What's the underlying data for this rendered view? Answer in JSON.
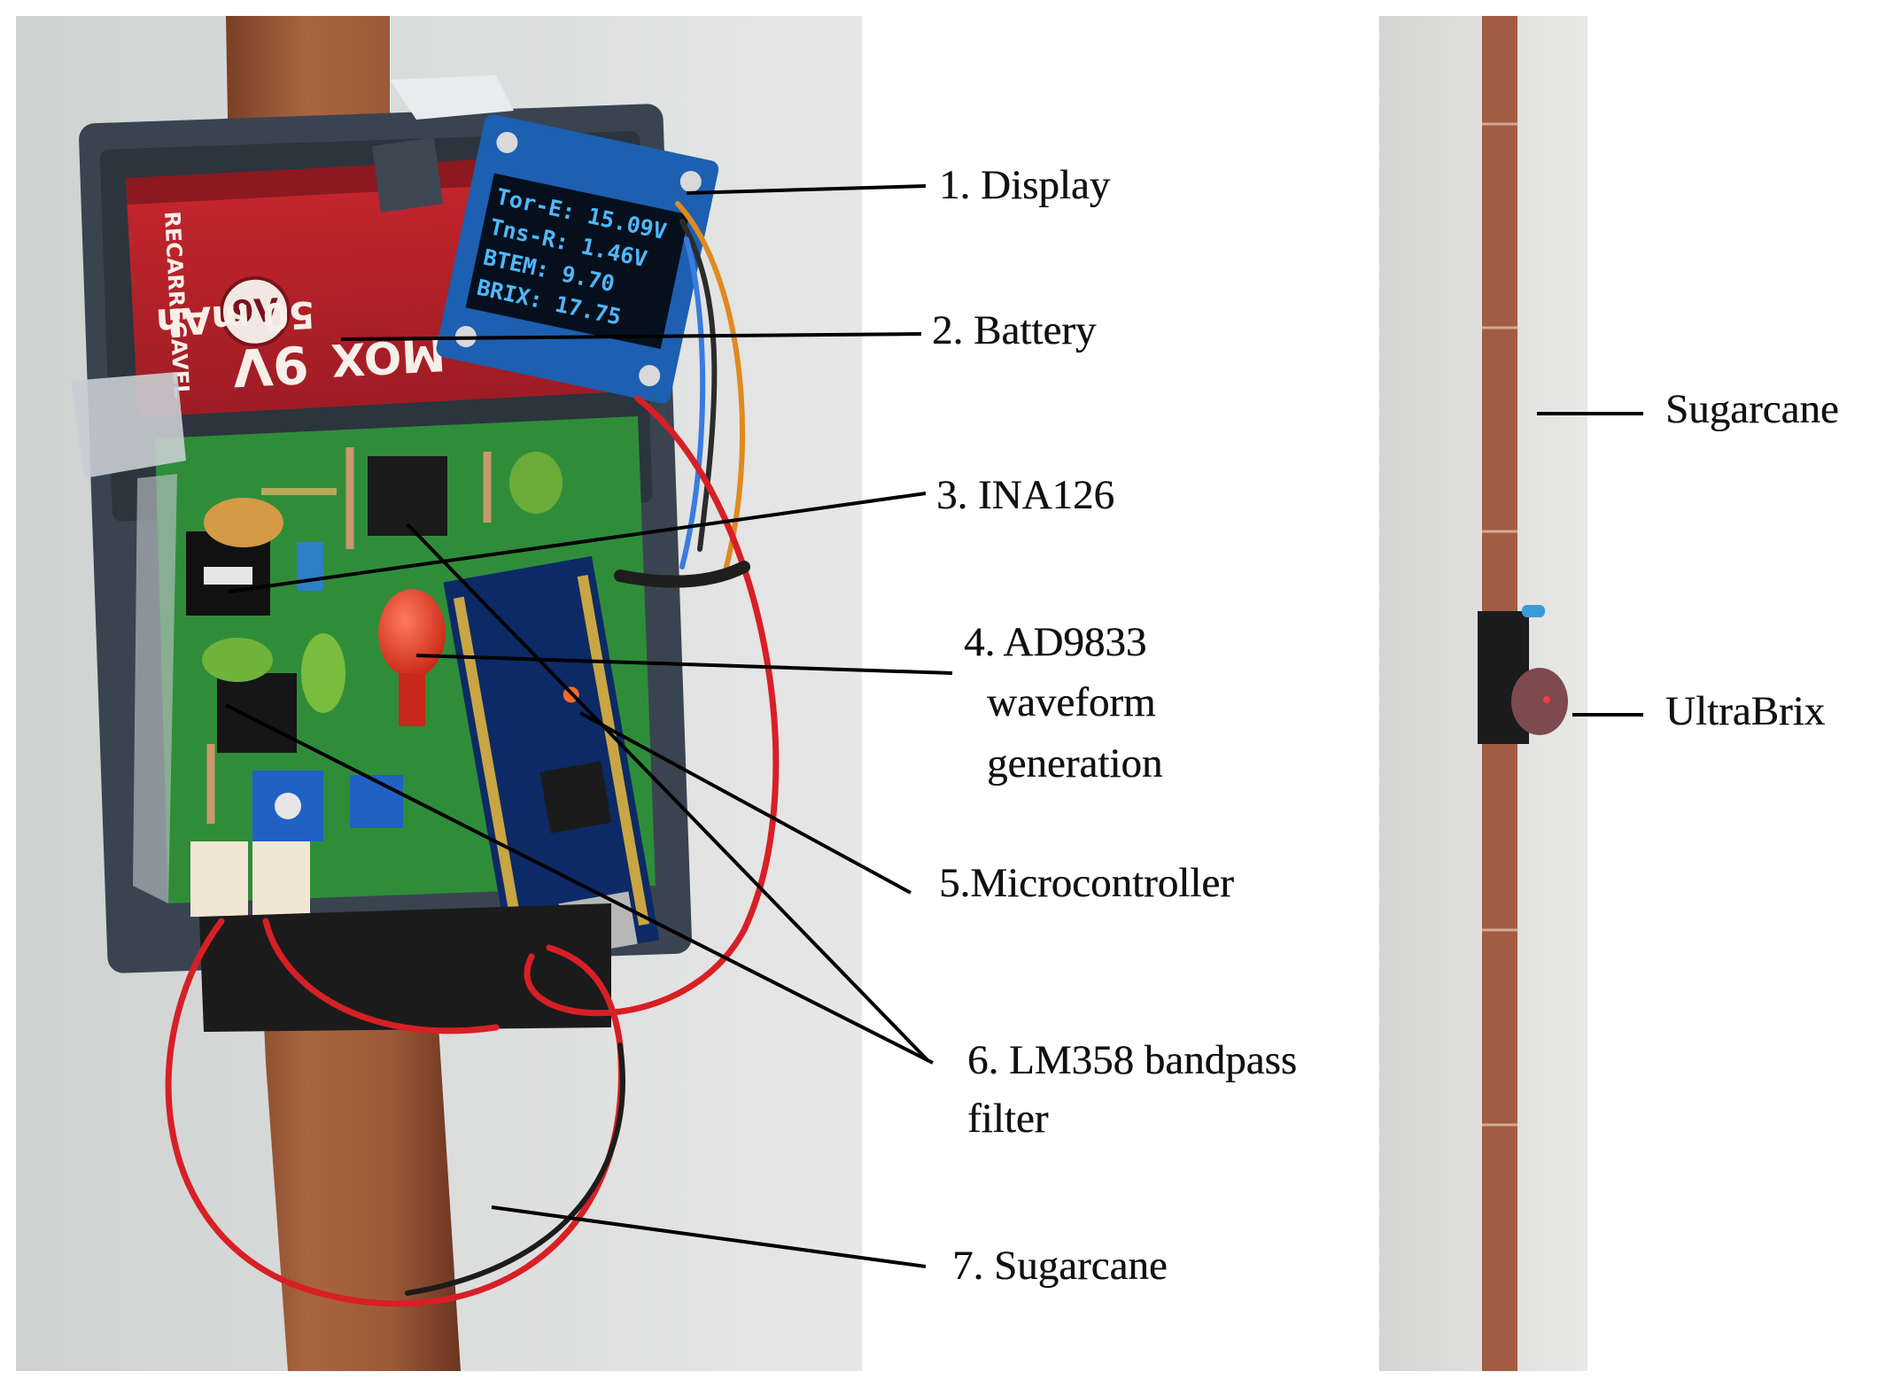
{
  "oled": {
    "lines": [
      "Tor-E: 15.09V",
      "Tns-R: 1.46V",
      "BTEM: 9.70",
      "BRIX: 17.75"
    ]
  },
  "battery": {
    "voltage": "9V",
    "capacity": "50 mAh",
    "brand": "MOX",
    "note": "RECARREGAVEL"
  },
  "labels": {
    "display": "1. Display",
    "battery": "2. Battery",
    "ina126": "3. INA126",
    "ad9833_line1": "4. AD9833",
    "ad9833_line2": "waveform",
    "ad9833_line3": "generation",
    "microcontroller": "5.Microcontroller",
    "lm358_line1": "6. LM358 bandpass",
    "lm358_line2": "filter",
    "sugarcane_left": "7. Sugarcane",
    "sugarcane_right": "Sugarcane",
    "ultrabrix": "UltraBrix"
  },
  "colors": {
    "wall": "#d8d9d8",
    "stalk": "#9a5a3c",
    "pcb": "#2f8f3a",
    "battery": "#b5212a",
    "case": "#3b4652",
    "oled_text": "#4fb8ff",
    "wire_red": "#d81f26",
    "cap_red": "#e23b2a"
  }
}
